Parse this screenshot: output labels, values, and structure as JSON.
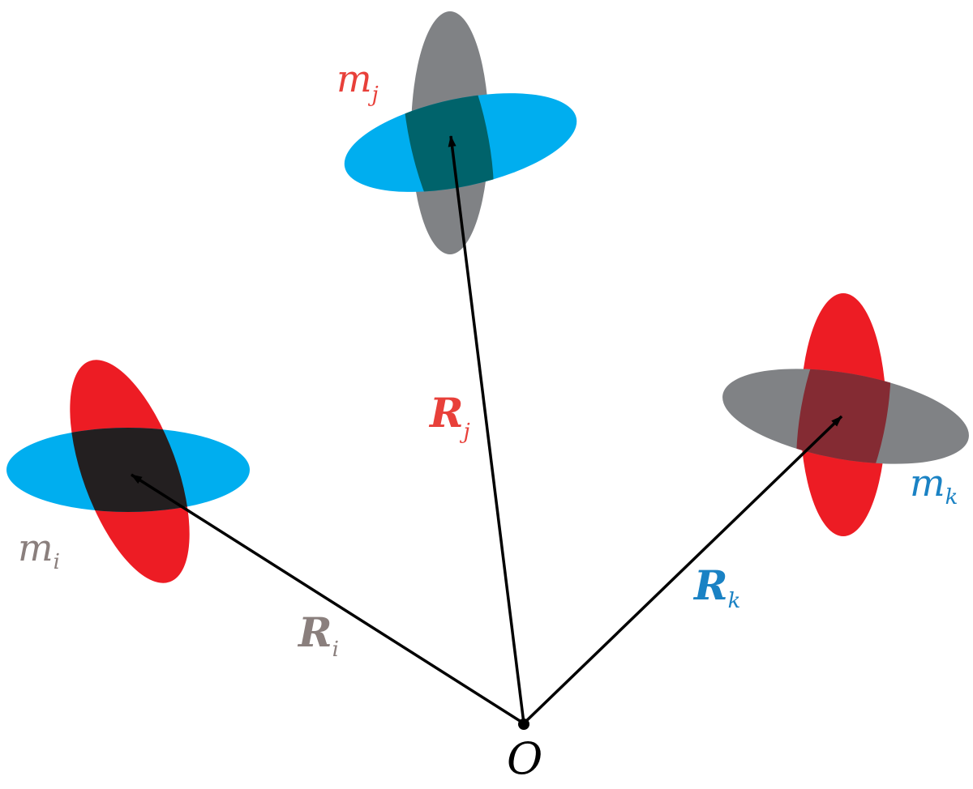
{
  "colors": {
    "red": "#ed1c24",
    "blue": "#00aeef",
    "gray": "#808285",
    "dark_overlap": "#231f20",
    "teal_overlap": "#00636b",
    "maroon_overlap": "#842b33",
    "black": "#000000",
    "label_gray": "#8a7f7d",
    "label_red": "#e8403a",
    "label_blue": "#1a82c4"
  },
  "origin": {
    "label": "O"
  },
  "bodies": [
    {
      "id": "i",
      "mass_label": {
        "base": "m",
        "sub": "i"
      },
      "vector_label": {
        "base": "R",
        "sub": "i"
      },
      "colors": [
        "red",
        "blue",
        "dark_overlap"
      ],
      "label_color": "label_gray"
    },
    {
      "id": "j",
      "mass_label": {
        "base": "m",
        "sub": "j"
      },
      "vector_label": {
        "base": "R",
        "sub": "j"
      },
      "colors": [
        "gray",
        "blue",
        "teal_overlap"
      ],
      "label_color": "label_red"
    },
    {
      "id": "k",
      "mass_label": {
        "base": "m",
        "sub": "k"
      },
      "vector_label": {
        "base": "R",
        "sub": "k"
      },
      "colors": [
        "red",
        "gray",
        "maroon_overlap"
      ],
      "label_color": "label_blue"
    }
  ]
}
